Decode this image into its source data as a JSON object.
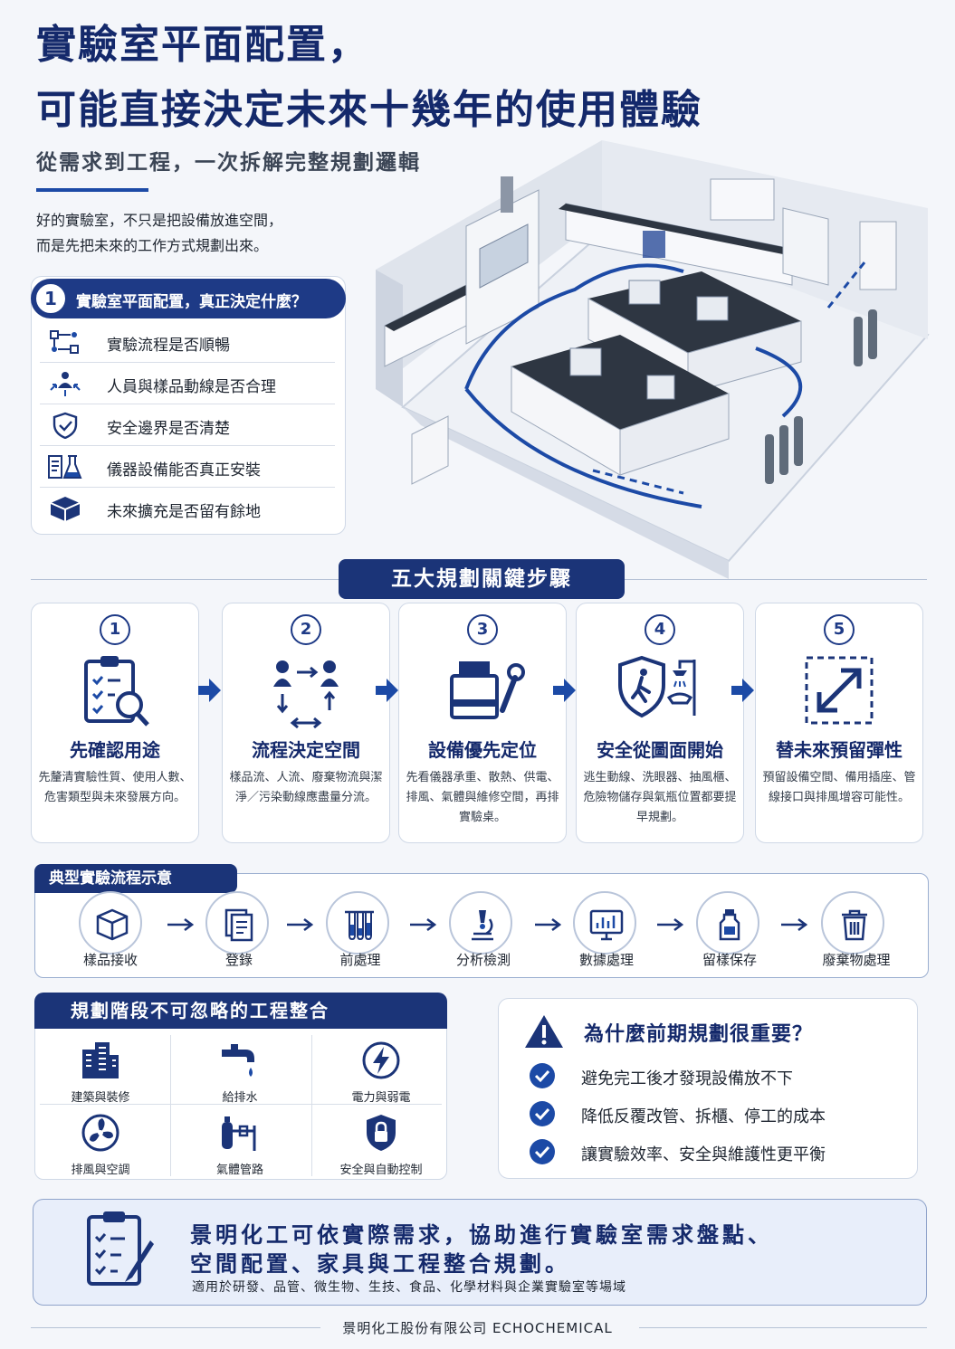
{
  "header": {
    "title_line1": "實驗室平面配置，",
    "title_line2": "可能直接決定未來十幾年的使用體驗",
    "subtitle": "從需求到工程，一次拆解完整規劃邏輯",
    "intro_line1": "好的實驗室，不只是把設備放進空間，",
    "intro_line2": "而是先把未來的工作方式規劃出來。"
  },
  "considerations": {
    "number": "1",
    "title": "實驗室平面配置，真正決定什麼？",
    "items": [
      {
        "icon": "flowchart-icon",
        "label": "實驗流程是否順暢"
      },
      {
        "icon": "people-movement-icon",
        "label": "人員與樣品動線是否合理"
      },
      {
        "icon": "shield-check-icon",
        "label": "安全邊界是否清楚"
      },
      {
        "icon": "lab-instrument-icon",
        "label": "儀器設備能否真正安裝"
      },
      {
        "icon": "box-expand-icon",
        "label": "未來擴充是否留有餘地"
      }
    ]
  },
  "steps_banner": "五大規劃關鍵步驟",
  "steps": [
    {
      "number": "1",
      "title": "先確認用途",
      "desc": "先釐清實驗性質、使用人數、危害類型與未來發展方向。",
      "icon": "clipboard-search-icon"
    },
    {
      "number": "2",
      "title": "流程決定空間",
      "desc": "樣品流、人流、廢棄物流與潔淨／污染動線應盡量分流。",
      "icon": "people-flow-icon"
    },
    {
      "number": "3",
      "title": "設備優先定位",
      "desc": "先看儀器承重、散熱、供電、排風、氣體與維修空間，再排實驗桌。",
      "icon": "equipment-wrench-icon"
    },
    {
      "number": "4",
      "title": "安全從圖面開始",
      "desc": "逃生動線、洗眼器、抽風櫃、危險物儲存與氣瓶位置都要提早規劃。",
      "icon": "safety-shield-shower-icon"
    },
    {
      "number": "5",
      "title": "替未來預留彈性",
      "desc": "預留設備空間、備用插座、管線接口與排風增容可能性。",
      "icon": "expand-arrows-icon"
    }
  ],
  "flow": {
    "title": "典型實驗流程示意",
    "steps": [
      {
        "label": "樣品接收",
        "icon": "box-icon"
      },
      {
        "label": "登錄",
        "icon": "documents-icon"
      },
      {
        "label": "前處理",
        "icon": "test-tubes-icon"
      },
      {
        "label": "分析檢測",
        "icon": "microscope-icon"
      },
      {
        "label": "數據處理",
        "icon": "monitor-chart-icon"
      },
      {
        "label": "留樣保存",
        "icon": "bottle-icon"
      },
      {
        "label": "廢棄物處理",
        "icon": "trash-icon"
      }
    ]
  },
  "engineering": {
    "title": "規劃階段不可忽略的工程整合",
    "items": [
      {
        "label": "建築與裝修",
        "icon": "building-icon"
      },
      {
        "label": "給排水",
        "icon": "faucet-icon"
      },
      {
        "label": "電力與弱電",
        "icon": "lightning-icon"
      },
      {
        "label": "排風與空調",
        "icon": "fan-icon"
      },
      {
        "label": "氣體管路",
        "icon": "gas-pipe-icon"
      },
      {
        "label": "安全與自動控制",
        "icon": "lock-shield-icon"
      }
    ]
  },
  "why": {
    "title": "為什麼前期規劃很重要？",
    "items": [
      "避免完工後才發現設備放不下",
      "降低反覆改管、拆櫃、停工的成本",
      "讓實驗效率、安全與維護性更平衡"
    ]
  },
  "cta": {
    "line1": "景明化工可依實際需求，協助進行實驗室需求盤點、",
    "line2": "空間配置、家具與工程整合規劃。",
    "sub": "適用於研發、品管、微生物、生技、食品、化學材料與企業實驗室等場域"
  },
  "footer": "景明化工股份有限公司 ECHOCHEMICAL",
  "colors": {
    "navy": "#1b3478",
    "accent": "#1c4aa6",
    "background": "#f4f6fa"
  }
}
